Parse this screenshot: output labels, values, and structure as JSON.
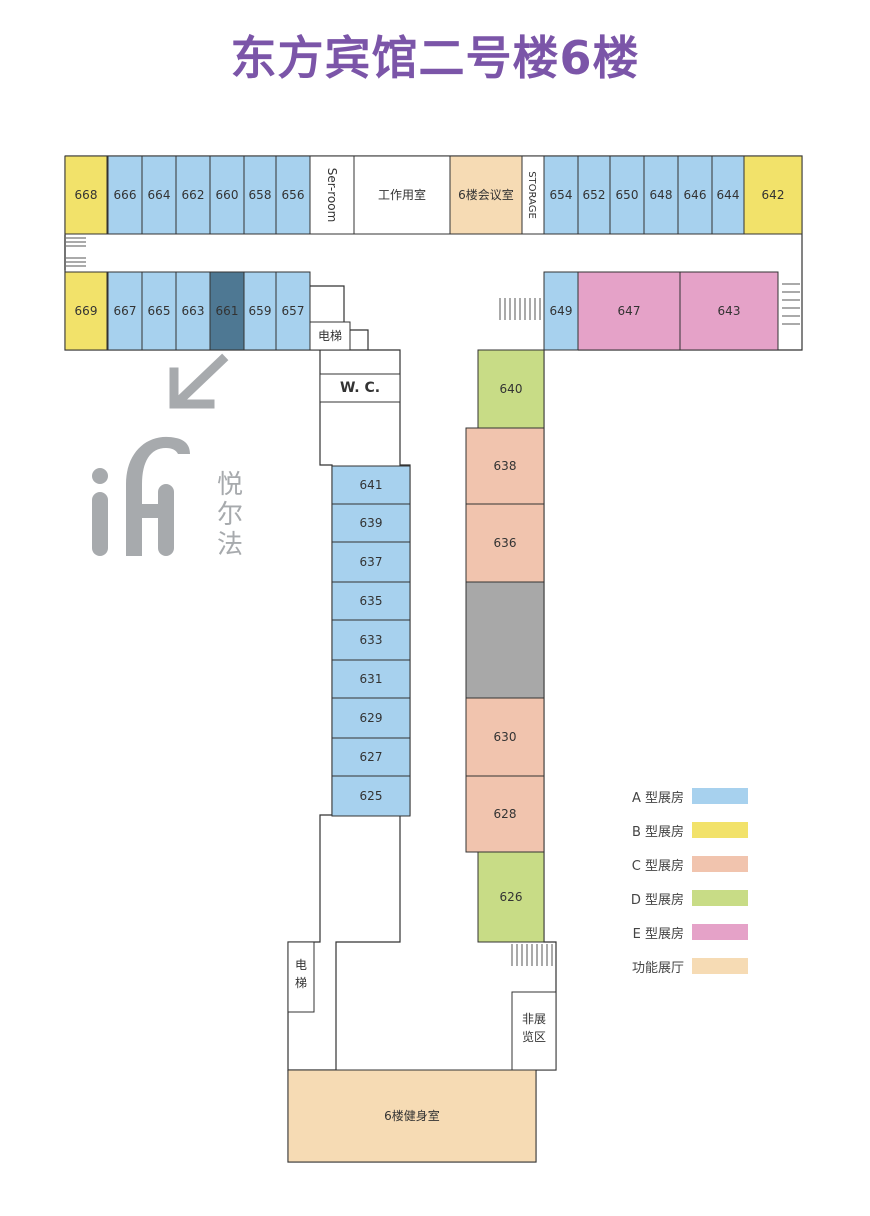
{
  "title": "东方宾馆二号楼6楼",
  "colors": {
    "A": "#a7d1ee",
    "B": "#f2e26a",
    "C": "#f1c4ae",
    "D": "#c8dc86",
    "E": "#e5a2c8",
    "F": "#f6dbb4",
    "selected": "#4e7893",
    "blocked": "#a8a8a8",
    "wall": "#333333",
    "title": "#7b55a8",
    "logo": "#a7aaad"
  },
  "rooms": [
    {
      "id": "668",
      "label": "668",
      "type": "B"
    },
    {
      "id": "666",
      "label": "666",
      "type": "A"
    },
    {
      "id": "664",
      "label": "664",
      "type": "A"
    },
    {
      "id": "662",
      "label": "662",
      "type": "A"
    },
    {
      "id": "660",
      "label": "660",
      "type": "A"
    },
    {
      "id": "658",
      "label": "658",
      "type": "A"
    },
    {
      "id": "656",
      "label": "656",
      "type": "A"
    },
    {
      "id": "ser-room",
      "label": "Ser-room",
      "type": "none"
    },
    {
      "id": "work-room",
      "label": "工作用室",
      "type": "none"
    },
    {
      "id": "meeting-room",
      "label": "6楼会议室",
      "type": "F"
    },
    {
      "id": "storage",
      "label": "STORAGE",
      "type": "none"
    },
    {
      "id": "654",
      "label": "654",
      "type": "A"
    },
    {
      "id": "652",
      "label": "652",
      "type": "A"
    },
    {
      "id": "650",
      "label": "650",
      "type": "A"
    },
    {
      "id": "648",
      "label": "648",
      "type": "A"
    },
    {
      "id": "646",
      "label": "646",
      "type": "A"
    },
    {
      "id": "644",
      "label": "644",
      "type": "A"
    },
    {
      "id": "642",
      "label": "642",
      "type": "B"
    },
    {
      "id": "669",
      "label": "669",
      "type": "B"
    },
    {
      "id": "667",
      "label": "667",
      "type": "A"
    },
    {
      "id": "665",
      "label": "665",
      "type": "A"
    },
    {
      "id": "663",
      "label": "663",
      "type": "A"
    },
    {
      "id": "661",
      "label": "661",
      "type": "selected"
    },
    {
      "id": "659",
      "label": "659",
      "type": "A"
    },
    {
      "id": "657",
      "label": "657",
      "type": "A"
    },
    {
      "id": "649",
      "label": "649",
      "type": "A"
    },
    {
      "id": "647",
      "label": "647",
      "type": "E"
    },
    {
      "id": "643",
      "label": "643",
      "type": "E"
    },
    {
      "id": "elevator-top",
      "label": "电梯",
      "type": "none"
    },
    {
      "id": "wc",
      "label": "W. C.",
      "type": "none"
    },
    {
      "id": "641",
      "label": "641",
      "type": "A"
    },
    {
      "id": "639",
      "label": "639",
      "type": "A"
    },
    {
      "id": "637",
      "label": "637",
      "type": "A"
    },
    {
      "id": "635",
      "label": "635",
      "type": "A"
    },
    {
      "id": "633",
      "label": "633",
      "type": "A"
    },
    {
      "id": "631",
      "label": "631",
      "type": "A"
    },
    {
      "id": "629",
      "label": "629",
      "type": "A"
    },
    {
      "id": "627",
      "label": "627",
      "type": "A"
    },
    {
      "id": "625",
      "label": "625",
      "type": "A"
    },
    {
      "id": "640",
      "label": "640",
      "type": "D"
    },
    {
      "id": "638",
      "label": "638",
      "type": "C"
    },
    {
      "id": "636",
      "label": "636",
      "type": "C"
    },
    {
      "id": "blocked",
      "label": "",
      "type": "blocked"
    },
    {
      "id": "630",
      "label": "630",
      "type": "C"
    },
    {
      "id": "628",
      "label": "628",
      "type": "C"
    },
    {
      "id": "626",
      "label": "626",
      "type": "D"
    },
    {
      "id": "elevator-bottom",
      "label": "电梯",
      "type": "none"
    },
    {
      "id": "non-exhibit",
      "label": "非展览区",
      "type": "none"
    },
    {
      "id": "gym",
      "label": "6楼健身室",
      "type": "F"
    }
  ],
  "legend": [
    {
      "label": "A 型展房",
      "color_key": "A"
    },
    {
      "label": "B 型展房",
      "color_key": "B"
    },
    {
      "label": "C 型展房",
      "color_key": "C"
    },
    {
      "label": "D 型展房",
      "color_key": "D"
    },
    {
      "label": "E 型展房",
      "color_key": "E"
    },
    {
      "label": "功能展厅",
      "color_key": "F"
    }
  ],
  "logo": {
    "text": "悦尔法"
  }
}
